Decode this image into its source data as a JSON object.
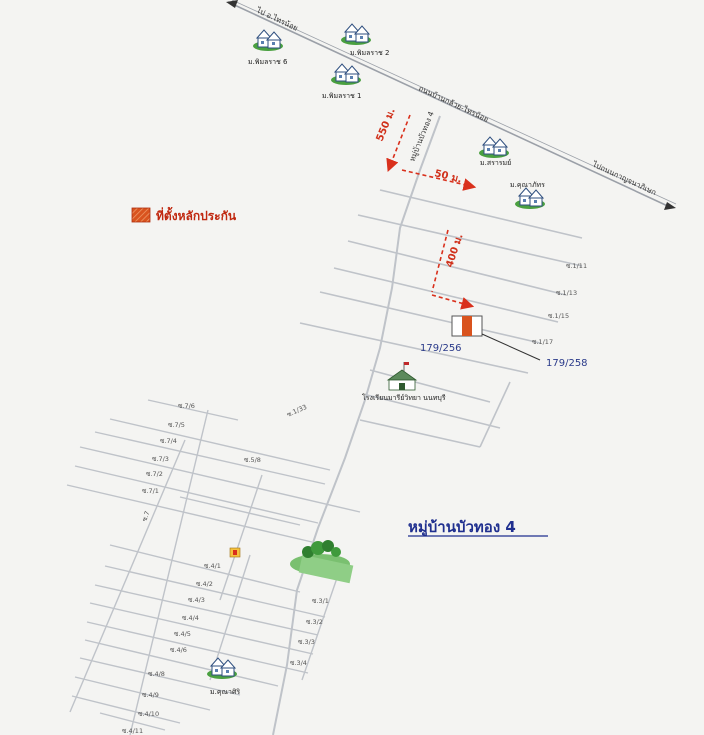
{
  "map": {
    "title": "หมู่บ้านบัวทอง 4",
    "legend": {
      "label": "ที่ตั้งหลักประกัน",
      "color": "#d9531e"
    },
    "roads": {
      "main_road": "ถนนบ้านกล้วย-ไทรน้อย",
      "to_sai_noi": "ไป อ.ไทรน้อย",
      "to_bang_bua_thong": "ไปถนนกาญจนาภิเษก",
      "village_road": "หมู่บ้านบัวทอง 4"
    },
    "distances": {
      "d1": "550 ม.",
      "d2": "50 ม.",
      "d3": "400 ม."
    },
    "addresses": {
      "a1": "179/256",
      "a2": "179/258"
    },
    "school": "โรงเรียนมารีย์วิทยา นนทบุรี",
    "villages": {
      "v1": "ม.พิมลราช 6",
      "v2": "ม.พิมลราช 2",
      "v3": "ม.พิมลราช 1",
      "v4": "ม.สรารมย์",
      "v5": "ม.คุณาภัทร",
      "v6": "ม.คุณาศิริ"
    },
    "sois": {
      "s111": "ซ.1/11",
      "s113": "ซ.1/13",
      "s115": "ซ.1/15",
      "s117": "ซ.1/17",
      "s133": "ซ.1/33",
      "s58": "ซ.5/8",
      "s76": "ซ.7/6",
      "s75": "ซ.7/5",
      "s74": "ซ.7/4",
      "s73": "ซ.7/3",
      "s72": "ซ.7/2",
      "s71": "ซ.7/1",
      "s7": "ซ.7",
      "s41": "ซ.4/1",
      "s42": "ซ.4/2",
      "s43": "ซ.4/3",
      "s44": "ซ.4/4",
      "s45": "ซ.4/5",
      "s46": "ซ.4/6",
      "s48": "ซ.4/8",
      "s49": "ซ.4/9",
      "s410": "ซ.4/10",
      "s411": "ซ.4/11",
      "s31": "ซ.3/1",
      "s32": "ซ.3/2",
      "s33": "ซ.3/3",
      "s34": "ซ.3/4"
    },
    "colors": {
      "road": "#bfc3c9",
      "main_road": "#9ba0a8",
      "route": "#d9301c",
      "village_green": "#3f9a3c",
      "house_blue": "#3b5e8c"
    },
    "icons": [
      "house-icon",
      "school-icon",
      "park-icon",
      "shop-icon",
      "arrow-icon"
    ]
  }
}
